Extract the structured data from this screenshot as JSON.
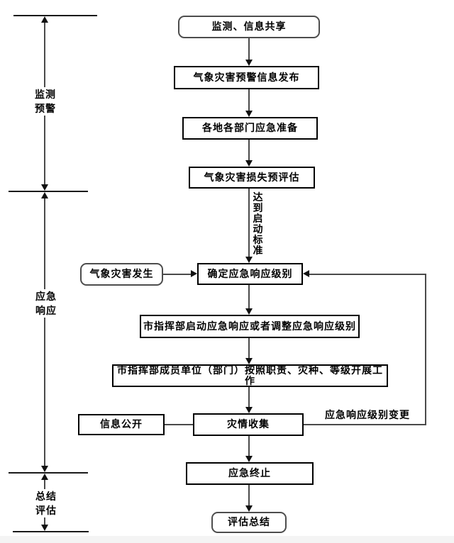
{
  "diagram": {
    "background": "#ffffff",
    "line_color": "#4a4a4a",
    "arrow_color": "#111111",
    "phases": [
      {
        "line1": "监测",
        "line2": "预警"
      },
      {
        "line1": "应急",
        "line2": "响应"
      },
      {
        "line1": "总结",
        "line2": "评估"
      }
    ],
    "nodes": [
      {
        "label": "监测、信息共享",
        "shape": "rounded"
      },
      {
        "label": "气象灾害预警信息发布",
        "shape": "rect"
      },
      {
        "label": "各地各部门应急准备",
        "shape": "rect"
      },
      {
        "label": "气象灾害损失预评估",
        "shape": "rect"
      },
      {
        "label": "确定应急响应级别",
        "shape": "rect"
      },
      {
        "label": "市指挥部启动应急响应或者调整应急响应级别",
        "shape": "rect"
      },
      {
        "label": "市指挥部成员单位（部门）按照职责、灾种、等级开展工作",
        "shape": "rect"
      },
      {
        "label": "灾情收集",
        "shape": "rect"
      },
      {
        "label": "应急终止",
        "shape": "rect"
      },
      {
        "label": "评估总结",
        "shape": "rounded"
      },
      {
        "label": "气象灾害发生",
        "shape": "rounded"
      },
      {
        "label": "信息公开",
        "shape": "rect"
      }
    ],
    "edge_labels": {
      "start_criteria": "达到启动标准",
      "level_change": "应急响应级别变更"
    }
  }
}
